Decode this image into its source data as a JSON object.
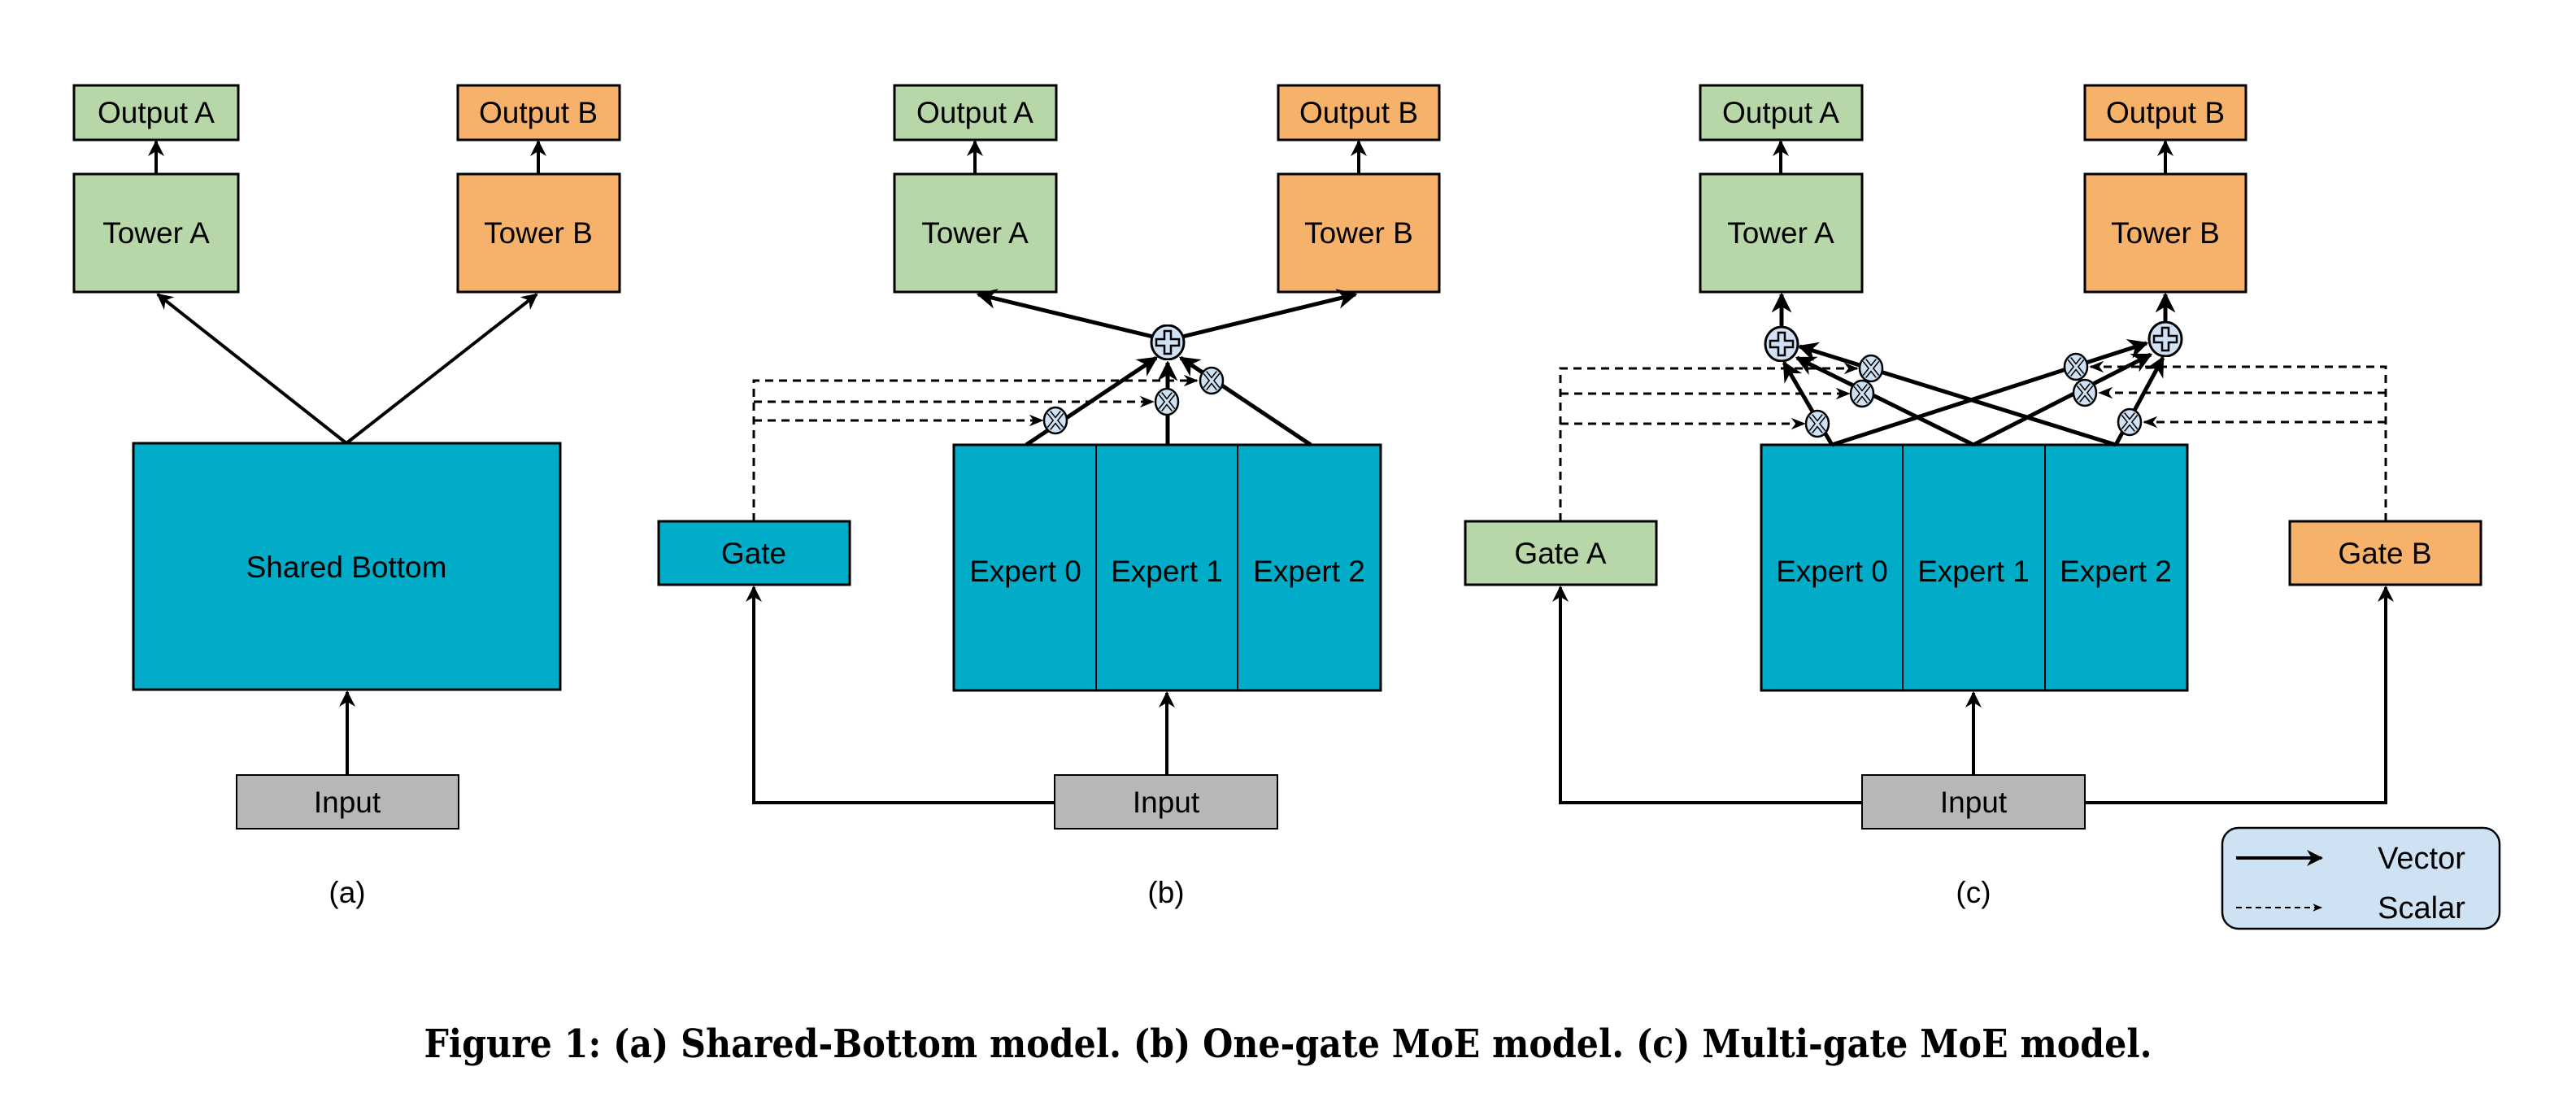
{
  "colors": {
    "task_a": "#b7d7a8",
    "task_b": "#f6b26b",
    "shared": "#00acc8",
    "input": "#b7b7b7",
    "node": "#cfe2f3",
    "legend_bg": "#cfe2f3",
    "stroke": "#000000"
  },
  "panels": {
    "a": {
      "label": "(a)",
      "output_a": "Output A",
      "output_b": "Output B",
      "tower_a": "Tower A",
      "tower_b": "Tower B",
      "shared_bottom": "Shared Bottom",
      "input": "Input"
    },
    "b": {
      "label": "(b)",
      "output_a": "Output A",
      "output_b": "Output B",
      "tower_a": "Tower A",
      "tower_b": "Tower B",
      "gate": "Gate",
      "experts": [
        "Expert 0",
        "Expert 1",
        "Expert 2"
      ],
      "input": "Input"
    },
    "c": {
      "label": "(c)",
      "output_a": "Output A",
      "output_b": "Output B",
      "tower_a": "Tower A",
      "tower_b": "Tower B",
      "gate_a": "Gate A",
      "gate_b": "Gate B",
      "experts": [
        "Expert 0",
        "Expert 1",
        "Expert 2"
      ],
      "input": "Input"
    }
  },
  "legend": {
    "vector": "Vector",
    "scalar": "Scalar"
  },
  "caption": "Figure 1: (a) Shared-Bottom model. (b) One-gate MoE model. (c) Multi-gate MoE model."
}
